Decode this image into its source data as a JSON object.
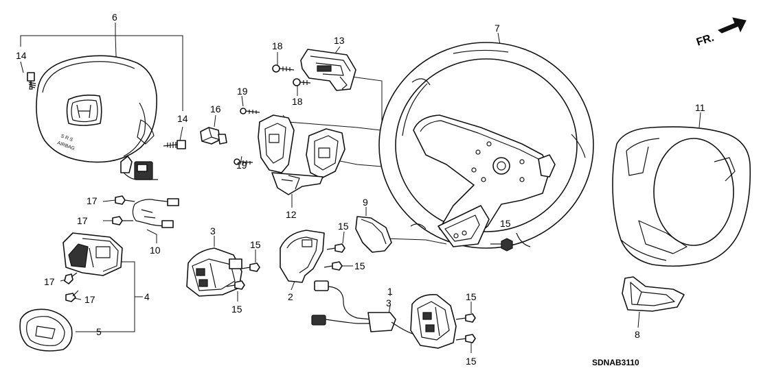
{
  "front_marker": "FR.",
  "diagram_code": "SDNAB3110",
  "airbag_text": [
    "S R S",
    "AIRBAG"
  ],
  "callouts": [
    "14",
    "6",
    "14",
    "16",
    "18",
    "13",
    "18",
    "19",
    "19",
    "7",
    "11",
    "17",
    "17",
    "10",
    "12",
    "9",
    "15",
    "15",
    "3",
    "15",
    "15",
    "17",
    "17",
    "4",
    "5",
    "15",
    "2",
    "1",
    "3",
    "15",
    "15",
    "8"
  ]
}
